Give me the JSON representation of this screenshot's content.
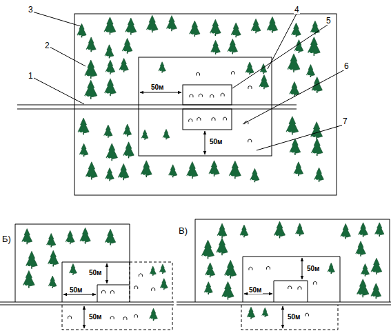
{
  "diagram": {
    "labels": [
      "1",
      "2",
      "3",
      "4",
      "5",
      "6",
      "7",
      "50м",
      "50м",
      "Б)",
      "50м",
      "50м",
      "50м",
      "В)",
      "50м",
      "50м",
      "50м"
    ]
  }
}
